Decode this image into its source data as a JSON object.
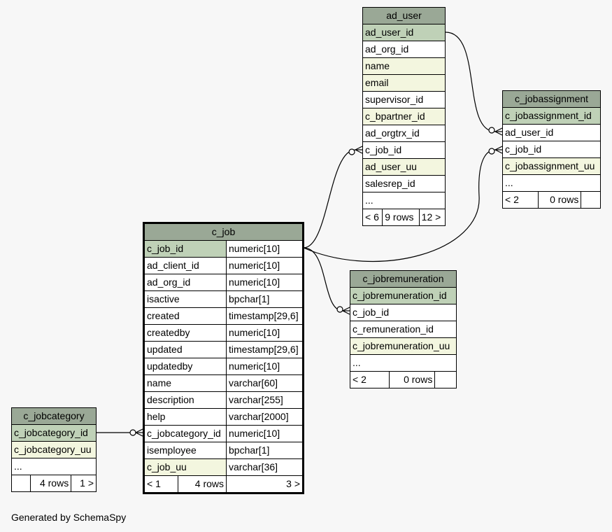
{
  "tables": {
    "ad_user": {
      "name": "ad_user",
      "columns": [
        "ad_user_id",
        "ad_org_id",
        "name",
        "email",
        "supervisor_id",
        "c_bpartner_id",
        "ad_orgtrx_id",
        "c_job_id",
        "ad_user_uu",
        "salesrep_id",
        "..."
      ],
      "footer": [
        "< 6",
        "9 rows",
        "12 >"
      ]
    },
    "c_jobassignment": {
      "name": "c_jobassignment",
      "columns": [
        "c_jobassignment_id",
        "ad_user_id",
        "c_job_id",
        "c_jobassignment_uu",
        "..."
      ],
      "footer": [
        "< 2",
        "0 rows",
        ""
      ]
    },
    "c_job": {
      "name": "c_job",
      "columns": [
        {
          "name": "c_job_id",
          "type": "numeric[10]"
        },
        {
          "name": "ad_client_id",
          "type": "numeric[10]"
        },
        {
          "name": "ad_org_id",
          "type": "numeric[10]"
        },
        {
          "name": "isactive",
          "type": "bpchar[1]"
        },
        {
          "name": "created",
          "type": "timestamp[29,6]"
        },
        {
          "name": "createdby",
          "type": "numeric[10]"
        },
        {
          "name": "updated",
          "type": "timestamp[29,6]"
        },
        {
          "name": "updatedby",
          "type": "numeric[10]"
        },
        {
          "name": "name",
          "type": "varchar[60]"
        },
        {
          "name": "description",
          "type": "varchar[255]"
        },
        {
          "name": "help",
          "type": "varchar[2000]"
        },
        {
          "name": "c_jobcategory_id",
          "type": "numeric[10]"
        },
        {
          "name": "isemployee",
          "type": "bpchar[1]"
        },
        {
          "name": "c_job_uu",
          "type": "varchar[36]"
        }
      ],
      "footer": [
        "< 1",
        "4 rows",
        "3 >"
      ]
    },
    "c_jobremuneration": {
      "name": "c_jobremuneration",
      "columns": [
        "c_jobremuneration_id",
        "c_job_id",
        "c_remuneration_id",
        "c_jobremuneration_uu",
        "..."
      ],
      "footer": [
        "< 2",
        "0 rows",
        ""
      ]
    },
    "c_jobcategory": {
      "name": "c_jobcategory",
      "columns": [
        "c_jobcategory_id",
        "c_jobcategory_uu",
        "..."
      ],
      "footer": [
        "",
        "4 rows",
        "1 >"
      ]
    }
  },
  "footer_text": "Generated by SchemaSpy"
}
